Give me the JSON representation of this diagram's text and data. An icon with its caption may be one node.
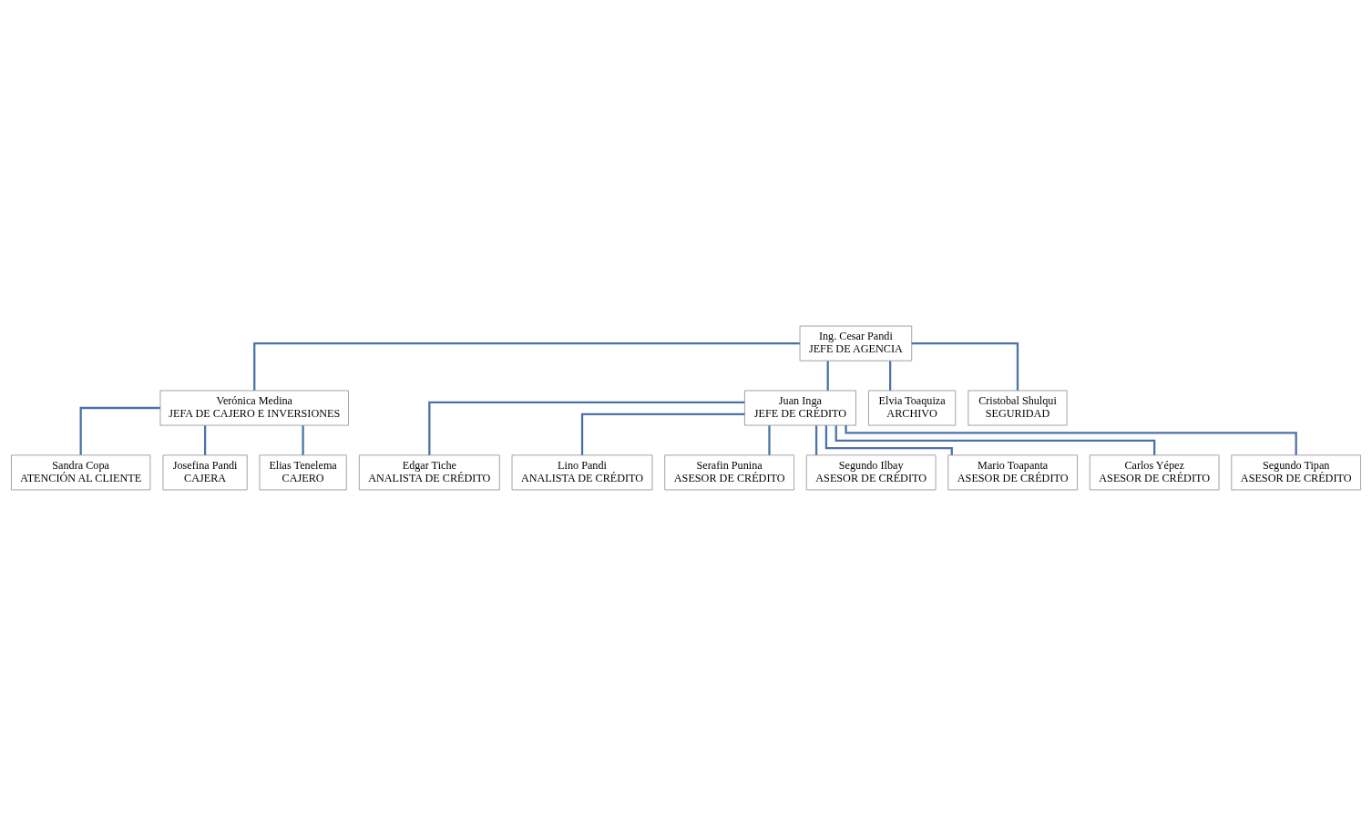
{
  "diagram": {
    "nodes": [
      {
        "text": [
          "Ing. Cesar Pandi",
          "JEFE DE AGENCIA"
        ]
      },
      {
        "text": [
          "Verónica Medina",
          "JEFA DE CAJERO E INVERSIONES"
        ]
      },
      {
        "text": [
          "Juan Inga",
          "JEFE DE CRÉDITO"
        ]
      },
      {
        "text": [
          "Elvia Toaquiza",
          "ARCHIVO"
        ]
      },
      {
        "text": [
          "Cristobal Shulqui",
          "SEGURIDAD"
        ]
      },
      {
        "text": [
          "Sandra Copa",
          "ATENCIÓN AL CLIENTE"
        ]
      },
      {
        "text": [
          "Josefina Pandi",
          "CAJERA"
        ]
      },
      {
        "text": [
          "Elias Tenelema",
          "CAJERO"
        ]
      },
      {
        "text": [
          "Edgar Tiche",
          "ANALISTA DE CRÉDITO"
        ]
      },
      {
        "text": [
          "Lino Pandi",
          "ANALISTA DE CRÉDITO"
        ]
      },
      {
        "text": [
          "Serafin Punina",
          "ASESOR DE CRÉDITO"
        ]
      },
      {
        "text": [
          "Segundo Ilbay",
          "ASESOR DE CRÉDITO"
        ]
      },
      {
        "text": [
          "Mario Toapanta",
          "ASESOR DE CRÉDITO"
        ]
      },
      {
        "text": [
          "Carlos Yépez",
          "ASESOR DE CRÉDITO"
        ]
      },
      {
        "text": [
          "Segundo Tipan",
          "ASESOR DE CRÉDITO"
        ]
      }
    ],
    "edges": [
      {
        "from": 0,
        "to": 1,
        "arrow": "none"
      },
      {
        "from": 0,
        "to": 2,
        "arrow": "none"
      },
      {
        "from": 0,
        "to": 3,
        "arrow": "none"
      },
      {
        "from": 0,
        "to": 4,
        "arrow": "none"
      },
      {
        "from": 1,
        "to": 5,
        "arrow": "none"
      },
      {
        "from": 1,
        "to": 6,
        "arrow": "none"
      },
      {
        "from": 1,
        "to": 7,
        "arrow": "none"
      },
      {
        "from": 2,
        "to": 8,
        "arrow": "none"
      },
      {
        "from": 2,
        "to": 9,
        "arrow": "none"
      },
      {
        "from": 2,
        "to": 10,
        "arrow": "none"
      },
      {
        "from": 2,
        "to": 11,
        "arrow": "none"
      },
      {
        "from": 2,
        "to": 12,
        "arrow": "none"
      },
      {
        "from": 2,
        "to": 13,
        "arrow": "none"
      },
      {
        "from": 2,
        "to": 14,
        "arrow": "none"
      }
    ]
  }
}
